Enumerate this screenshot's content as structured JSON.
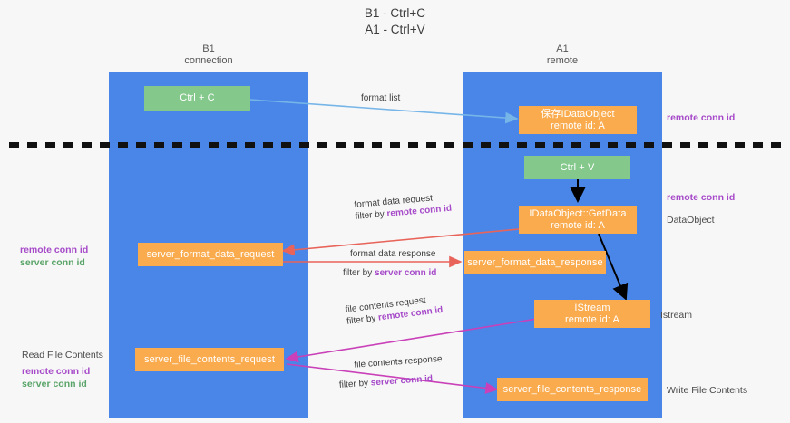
{
  "diagram": {
    "title": "B1 - Ctrl+C\nA1 - Ctrl+V",
    "divider": "dashed-separator",
    "lanes": [
      {
        "id": "b1",
        "title": "B1\nconnection",
        "color": "#4a86e8"
      },
      {
        "id": "a1",
        "title": "A1\nremote",
        "color": "#4a86e8"
      }
    ],
    "nodes": [
      {
        "id": "ctrl-c",
        "label": "Ctrl + C",
        "style": "green"
      },
      {
        "id": "save-idataobject",
        "label": "保存IDataObject\nremote id: A",
        "style": "orange"
      },
      {
        "id": "ctrl-v",
        "label": "Ctrl + V",
        "style": "green"
      },
      {
        "id": "idataobject-getdata",
        "label": "IDataObject::GetData\nremote id: A",
        "style": "orange"
      },
      {
        "id": "server-format-data-request",
        "label": "server_format_data_request",
        "style": "orange"
      },
      {
        "id": "server-format-data-response",
        "label": "server_format_data_response",
        "style": "orange"
      },
      {
        "id": "istream",
        "label": "IStream\nremote id: A",
        "style": "orange"
      },
      {
        "id": "server-file-contents-request",
        "label": "server_file_contents_request",
        "style": "orange"
      },
      {
        "id": "server-file-contents-response",
        "label": "server_file_contents_response",
        "style": "orange"
      }
    ],
    "edge_labels": [
      {
        "id": "format-list",
        "line1": "format list",
        "line2": "",
        "line2_hl": ""
      },
      {
        "id": "format-data-request",
        "line1": "format data request",
        "line2": "filter by ",
        "line2_hl": "remote conn id"
      },
      {
        "id": "format-data-response",
        "line1": "format data response",
        "line2": "filter by ",
        "line2_hl": "server conn id"
      },
      {
        "id": "file-contents-request",
        "line1": "file contents request",
        "line2": "filter by ",
        "line2_hl": "remote conn id"
      },
      {
        "id": "file-contents-response",
        "line1": "file contents response",
        "line2": "filter by ",
        "line2_hl": "server conn id"
      }
    ],
    "left_labels": [
      {
        "id": "left-remote-conn-id",
        "text": "remote conn id",
        "tone": "purple"
      },
      {
        "id": "left-server-conn-id",
        "text": "server conn id",
        "tone": "green"
      },
      {
        "id": "read-file-contents",
        "text": "Read File Contents",
        "tone": "plain"
      },
      {
        "id": "left-remote-conn-id-2",
        "text": "remote conn id",
        "tone": "purple"
      },
      {
        "id": "left-server-conn-id-2",
        "text": "server conn id",
        "tone": "green"
      }
    ],
    "right_labels": [
      {
        "id": "right-remote-conn-id",
        "text": "remote conn id",
        "tone": "purple"
      },
      {
        "id": "right-remote-conn-id-2",
        "text": "remote conn id",
        "tone": "purple"
      },
      {
        "id": "dataobject",
        "text": "DataObject",
        "tone": "plain"
      },
      {
        "id": "istream-label",
        "text": "Istream",
        "tone": "plain"
      },
      {
        "id": "write-file-contents",
        "text": "Write File Contents",
        "tone": "plain"
      }
    ],
    "colors": {
      "lane": "#4a86e8",
      "green_node": "#84c98b",
      "orange_node": "#f9ab4e",
      "arrow_blue": "#76b5e8",
      "arrow_red": "#e8645a",
      "arrow_magenta": "#c940b8",
      "arrow_black": "#000000",
      "accent_purple": "#a64ac9",
      "accent_green": "#5aa469",
      "background": "#f7f7f7"
    }
  }
}
